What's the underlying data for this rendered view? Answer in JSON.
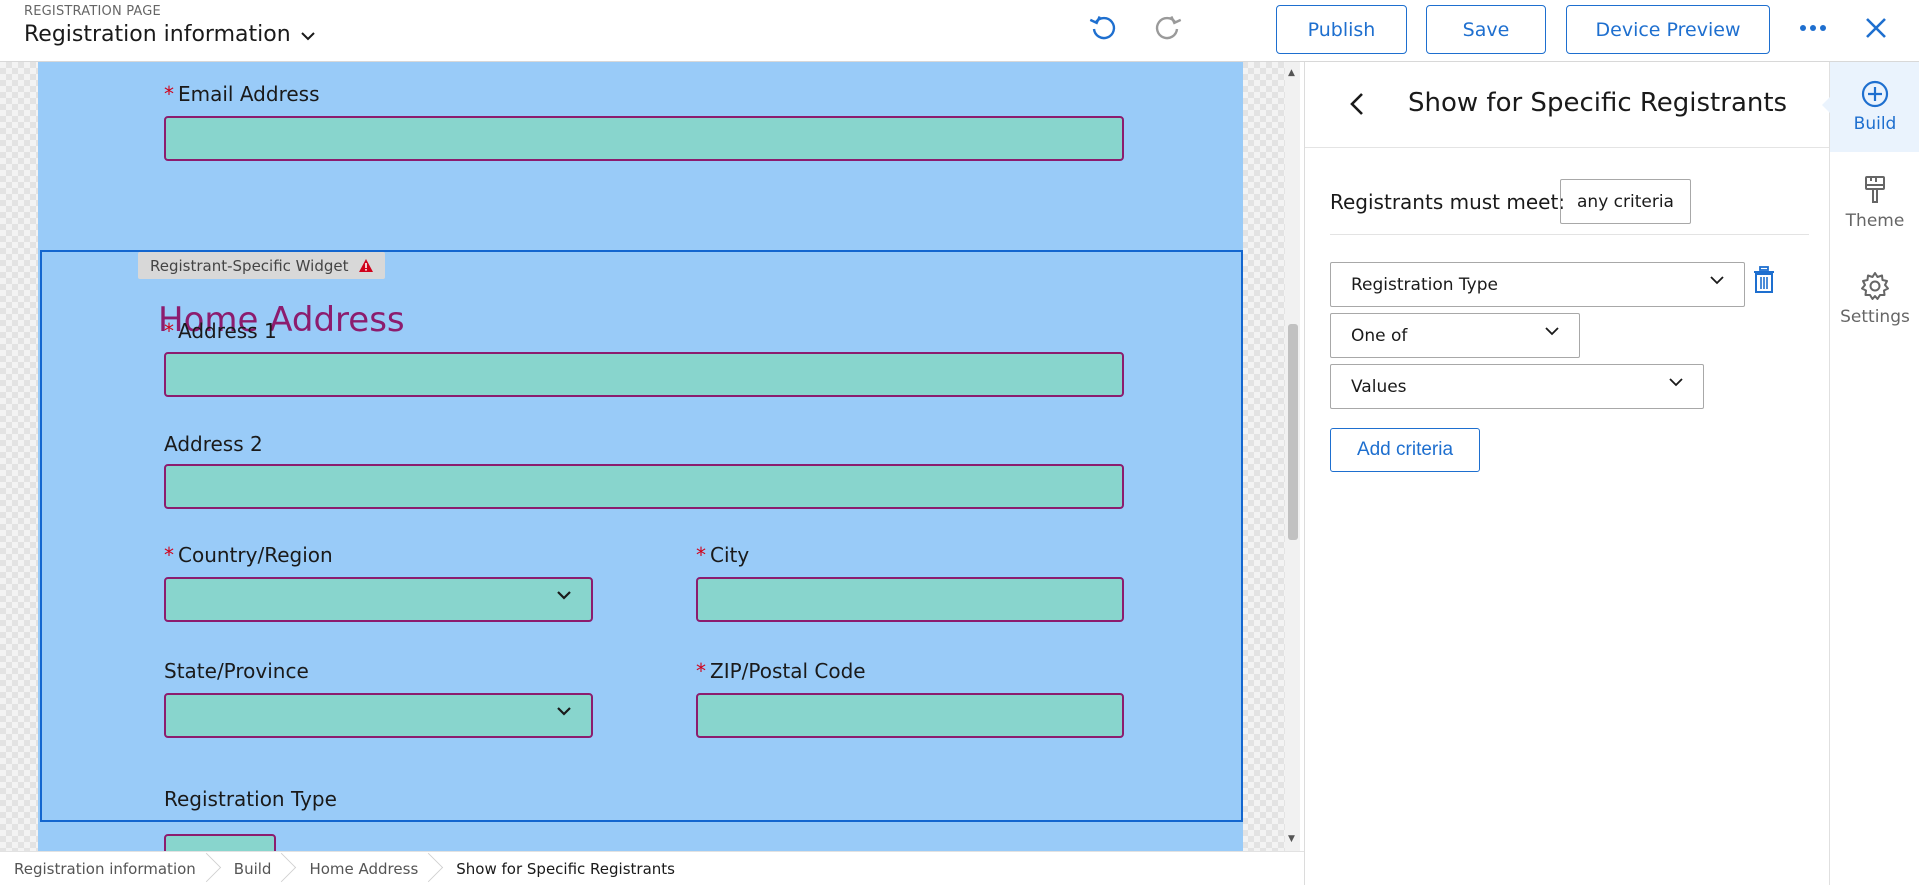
{
  "header": {
    "kicker": "REGISTRATION PAGE",
    "title": "Registration information",
    "publish_label": "Publish",
    "save_label": "Save",
    "preview_label": "Device Preview"
  },
  "form": {
    "email_label": "Email Address",
    "widget_tag": "Registrant-Specific Widget",
    "section_title": "Home Address",
    "address1_label": "Address 1",
    "address2_label": "Address 2",
    "country_label": "Country/Region",
    "city_label": "City",
    "state_label": "State/Province",
    "zip_label": "ZIP/Postal Code",
    "regtype_label": "Registration Type",
    "required_marker": "*"
  },
  "breadcrumb": [
    "Registration information",
    "Build",
    "Home Address",
    "Show for Specific Registrants"
  ],
  "panel": {
    "title": "Show for Specific Registrants",
    "meet_label": "Registrants must meet:",
    "meet_value": "any criteria",
    "field_select": "Registration Type",
    "operator_select": "One of",
    "values_select": "Values",
    "add_criteria_label": "Add criteria"
  },
  "rail": {
    "items": [
      {
        "label": "Build",
        "icon": "plus-circle-icon",
        "active": true
      },
      {
        "label": "Theme",
        "icon": "paint-brush-icon",
        "active": false
      },
      {
        "label": "Settings",
        "icon": "gear-icon",
        "active": false
      }
    ]
  },
  "colors": {
    "accent": "#1e6fcf",
    "canvas_bg": "#99cbf8",
    "field_fill": "#88d5cd",
    "field_border": "#8c1c6e",
    "required": "#d0021b"
  }
}
